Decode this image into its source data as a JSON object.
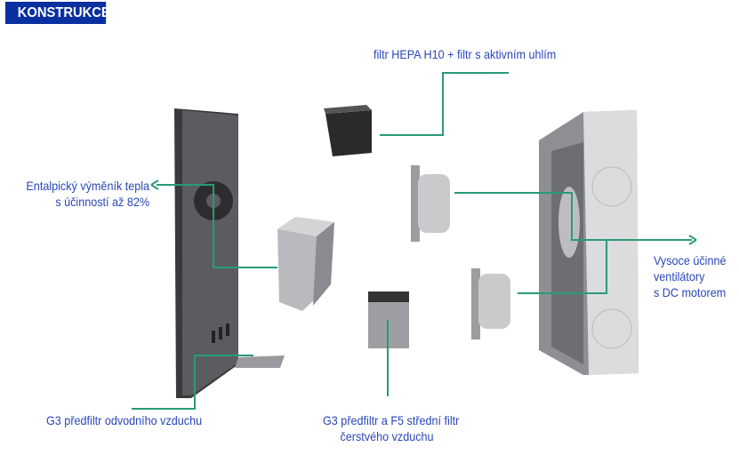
{
  "header": {
    "title": "KONSTRUKCE"
  },
  "labels": {
    "hepa": "filtr HEPA H10 + filtr s aktivním uhlím",
    "enthalpy_line1": "Entalpický výměník tepla",
    "enthalpy_line2": "s účinností až 82%",
    "fans_line1": "Vysoce účinné",
    "fans_line2": "ventilátory",
    "fans_line3": "s DC motorem",
    "g3_exhaust": "G3 předfiltr odvodního vzduchu",
    "g3_f5_line1": "G3 předfiltr a F5 střední filtr",
    "g3_f5_line2": "čerstvého vzduchu"
  },
  "colors": {
    "accent": "#0a2fa0",
    "leader": "#2a9a78",
    "text": "#2a47b8"
  }
}
